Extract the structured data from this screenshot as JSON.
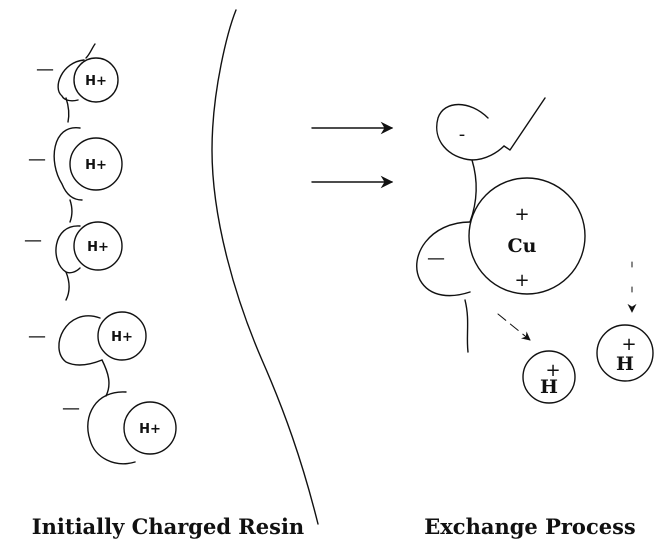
{
  "resin": {
    "caption": "Initially Charged Resin",
    "sites": [
      {
        "ion": "H+",
        "charge": "—"
      },
      {
        "ion": "H+",
        "charge": "—"
      },
      {
        "ion": "H+",
        "charge": "—"
      },
      {
        "ion": "H+",
        "charge": "—"
      },
      {
        "ion": "H+",
        "charge": "—"
      }
    ]
  },
  "exchange": {
    "caption": "Exchange Process",
    "sites": [
      {
        "charge": "-"
      },
      {
        "charge": "—"
      }
    ],
    "copper": {
      "symbol": "Cu",
      "charge_top": "+",
      "charge_bottom": "+"
    },
    "released_ions": [
      {
        "symbol": "H",
        "charge": "+"
      },
      {
        "symbol": "H",
        "charge": "+"
      }
    ]
  }
}
